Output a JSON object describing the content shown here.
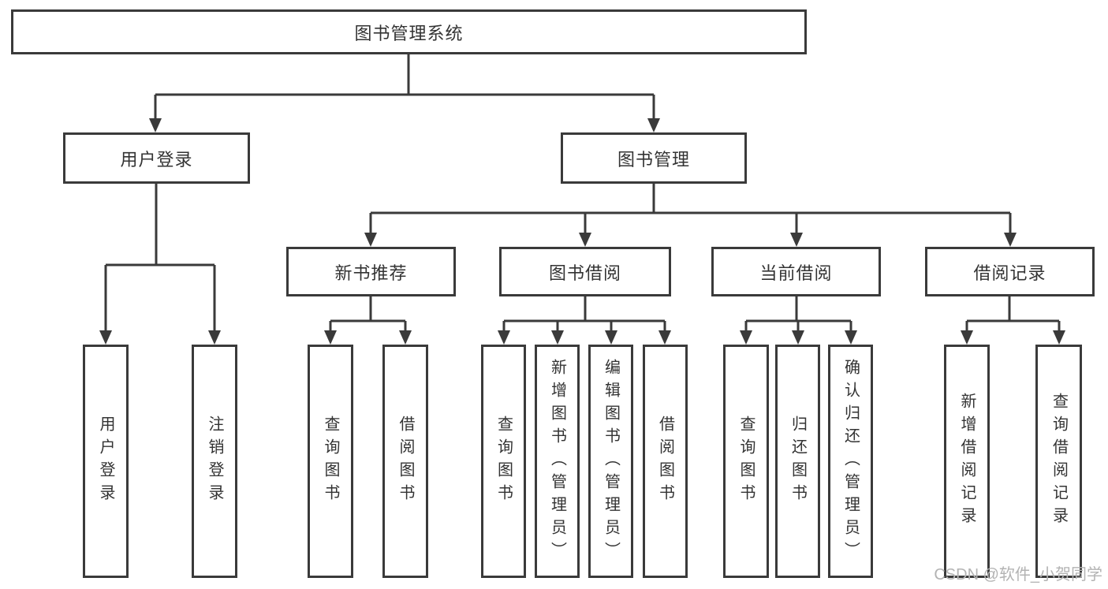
{
  "diagram": {
    "root": {
      "label": "图书管理系统"
    },
    "login": {
      "label": "用户登录",
      "children": [
        {
          "label": "用户登录"
        },
        {
          "label": "注销登录"
        }
      ]
    },
    "manage": {
      "label": "图书管理",
      "children": [
        {
          "label": "新书推荐",
          "children": [
            {
              "label": "查询图书"
            },
            {
              "label": "借阅图书"
            }
          ]
        },
        {
          "label": "图书借阅",
          "children": [
            {
              "label": "查询图书"
            },
            {
              "label": "新增图书（管理员）"
            },
            {
              "label": "编辑图书（管理员）"
            },
            {
              "label": "借阅图书"
            }
          ]
        },
        {
          "label": "当前借阅",
          "children": [
            {
              "label": "查询图书"
            },
            {
              "label": "归还图书"
            },
            {
              "label": "确认归还（管理员）"
            }
          ]
        },
        {
          "label": "借阅记录",
          "children": [
            {
              "label": "新增借阅记录"
            },
            {
              "label": "查询借阅记录"
            }
          ]
        }
      ]
    },
    "watermark": "CSDN @软件_小贺同学",
    "colors": {
      "line": "#3a3a3a",
      "text": "#333333",
      "background": "#ffffff",
      "watermark": "#b3b3b3"
    }
  }
}
